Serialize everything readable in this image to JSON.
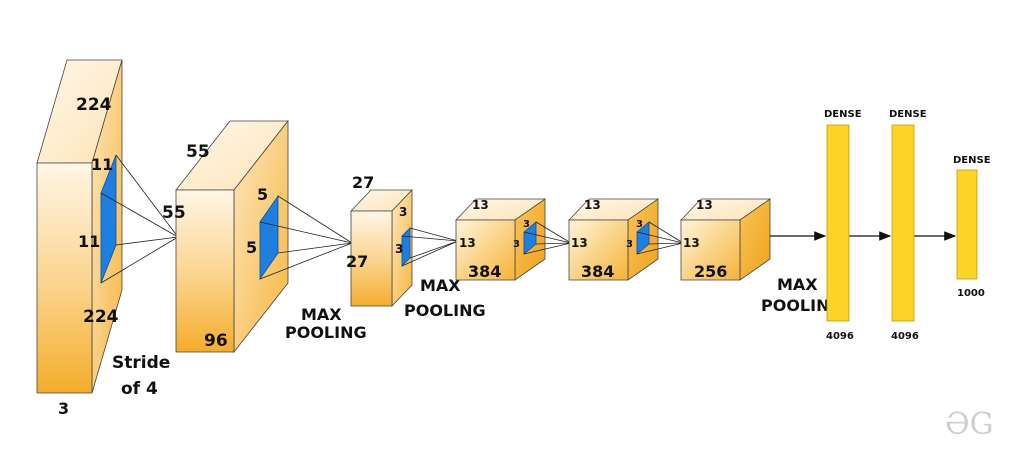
{
  "input": {
    "height": "224",
    "width": "224",
    "depth": "3",
    "kernel_h": "11",
    "kernel_w": "11",
    "stride_line1": "Stride",
    "stride_line2": "of 4"
  },
  "conv1": {
    "height": "55",
    "width": "55",
    "depth": "96",
    "kernel_h": "5",
    "kernel_w": "5"
  },
  "pool1": {
    "line1": "MAX",
    "line2": "POOLING"
  },
  "conv2": {
    "height": "27",
    "width": "27",
    "kernel_h": "3",
    "kernel_w": "3"
  },
  "pool2": {
    "line1": "MAX",
    "line2": "POOLING"
  },
  "conv3": {
    "height": "13",
    "width": "13",
    "depth": "384",
    "kernel_h": "3",
    "kernel_w": "3"
  },
  "conv4": {
    "height": "13",
    "width": "13",
    "depth": "384",
    "kernel_h": "3",
    "kernel_w": "3"
  },
  "conv5": {
    "height": "13",
    "width": "13",
    "depth": "256"
  },
  "pool3": {
    "line1": "MAX",
    "line2": "POOLING"
  },
  "dense1": {
    "label": "DENSE",
    "units": "4096"
  },
  "dense2": {
    "label": "DENSE",
    "units": "4096"
  },
  "dense3": {
    "label": "DENSE",
    "units": "1000"
  },
  "logo": "ƏG",
  "colors": {
    "box_light": "#fff3dc",
    "box_dark": "#f5b431",
    "kernel": "#1f7fe0",
    "dense": "#ffd42a"
  }
}
